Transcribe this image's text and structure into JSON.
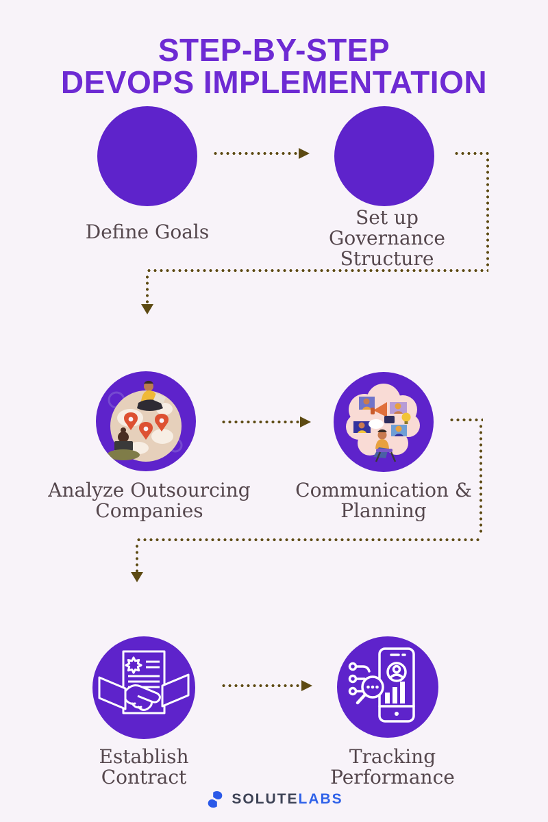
{
  "title": {
    "line1": "STEP-BY-STEP",
    "line2": "DEVOPS IMPLEMENTATION"
  },
  "steps": [
    {
      "name": "define-goals",
      "icon": "solid-purple-circle",
      "label_lines": [
        "Define Goals"
      ]
    },
    {
      "name": "setup-governance-structure",
      "icon": "solid-purple-circle",
      "label_lines": [
        "Set up",
        "Governance",
        "Structure"
      ]
    },
    {
      "name": "analyze-outsourcing-companies",
      "icon": "globe-location-pins-illustration",
      "label_lines": [
        "Analyze Outsourcing",
        "Companies"
      ]
    },
    {
      "name": "communication-planning",
      "icon": "team-communication-cloud-illustration",
      "label_lines": [
        "Communication &",
        "Planning"
      ]
    },
    {
      "name": "establish-contract",
      "icon": "contract-handshake-icon",
      "label_lines": [
        "Establish",
        "Contract"
      ]
    },
    {
      "name": "tracking-performance",
      "icon": "phone-analytics-magnifier-icon",
      "label_lines": [
        "Tracking",
        "Performance"
      ]
    }
  ],
  "connectors": {
    "style": "dotted",
    "flow": [
      "step1→step2",
      "step2→step3 (elbow down-left)",
      "step3→step4",
      "step4→step5 (elbow down-left)",
      "step5→step6"
    ]
  },
  "footer": {
    "brand_prefix": "SOLUTE",
    "brand_suffix": "LABS"
  },
  "colors": {
    "background": "#f8f3f9",
    "title_purple": "#6d2ad3",
    "circle_purple": "#5e23cb",
    "arrow_brown": "#5d4a13",
    "label_gray": "#55474d",
    "brand_dark": "#3e4356",
    "brand_blue": "#2f62e9",
    "pin_orange": "#dd5132",
    "cloud_pink": "#f9dbd5"
  }
}
